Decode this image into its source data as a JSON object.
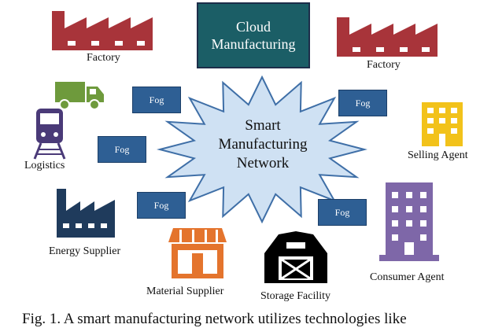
{
  "cloud": {
    "line1": "Cloud",
    "line2": "Manufacturing"
  },
  "network": {
    "line1": "Smart",
    "line2": "Manufacturing",
    "line3": "Network"
  },
  "fog_label": "Fog",
  "nodes": {
    "factory_left": "Factory",
    "factory_right": "Factory",
    "logistics": "Logistics",
    "selling_agent": "Selling Agent",
    "energy_supplier": "Energy Supplier",
    "consumer_agent": "Consumer Agent",
    "material_supplier": "Material Supplier",
    "storage_facility": "Storage Facility"
  },
  "caption": "Fig. 1. A smart manufacturing network utilizes technologies like",
  "colors": {
    "factory": "#a8343a",
    "cloud_box": "#1b5e66",
    "fog_box": "#2e5f94",
    "star_fill": "#cfe1f3",
    "truck": "#6e9a3c",
    "train": "#4a3a78",
    "energy": "#1f3b5c",
    "selling": "#f2c21a",
    "consumer": "#7e67a8",
    "material": "#e4742d",
    "storage": "#000000"
  }
}
